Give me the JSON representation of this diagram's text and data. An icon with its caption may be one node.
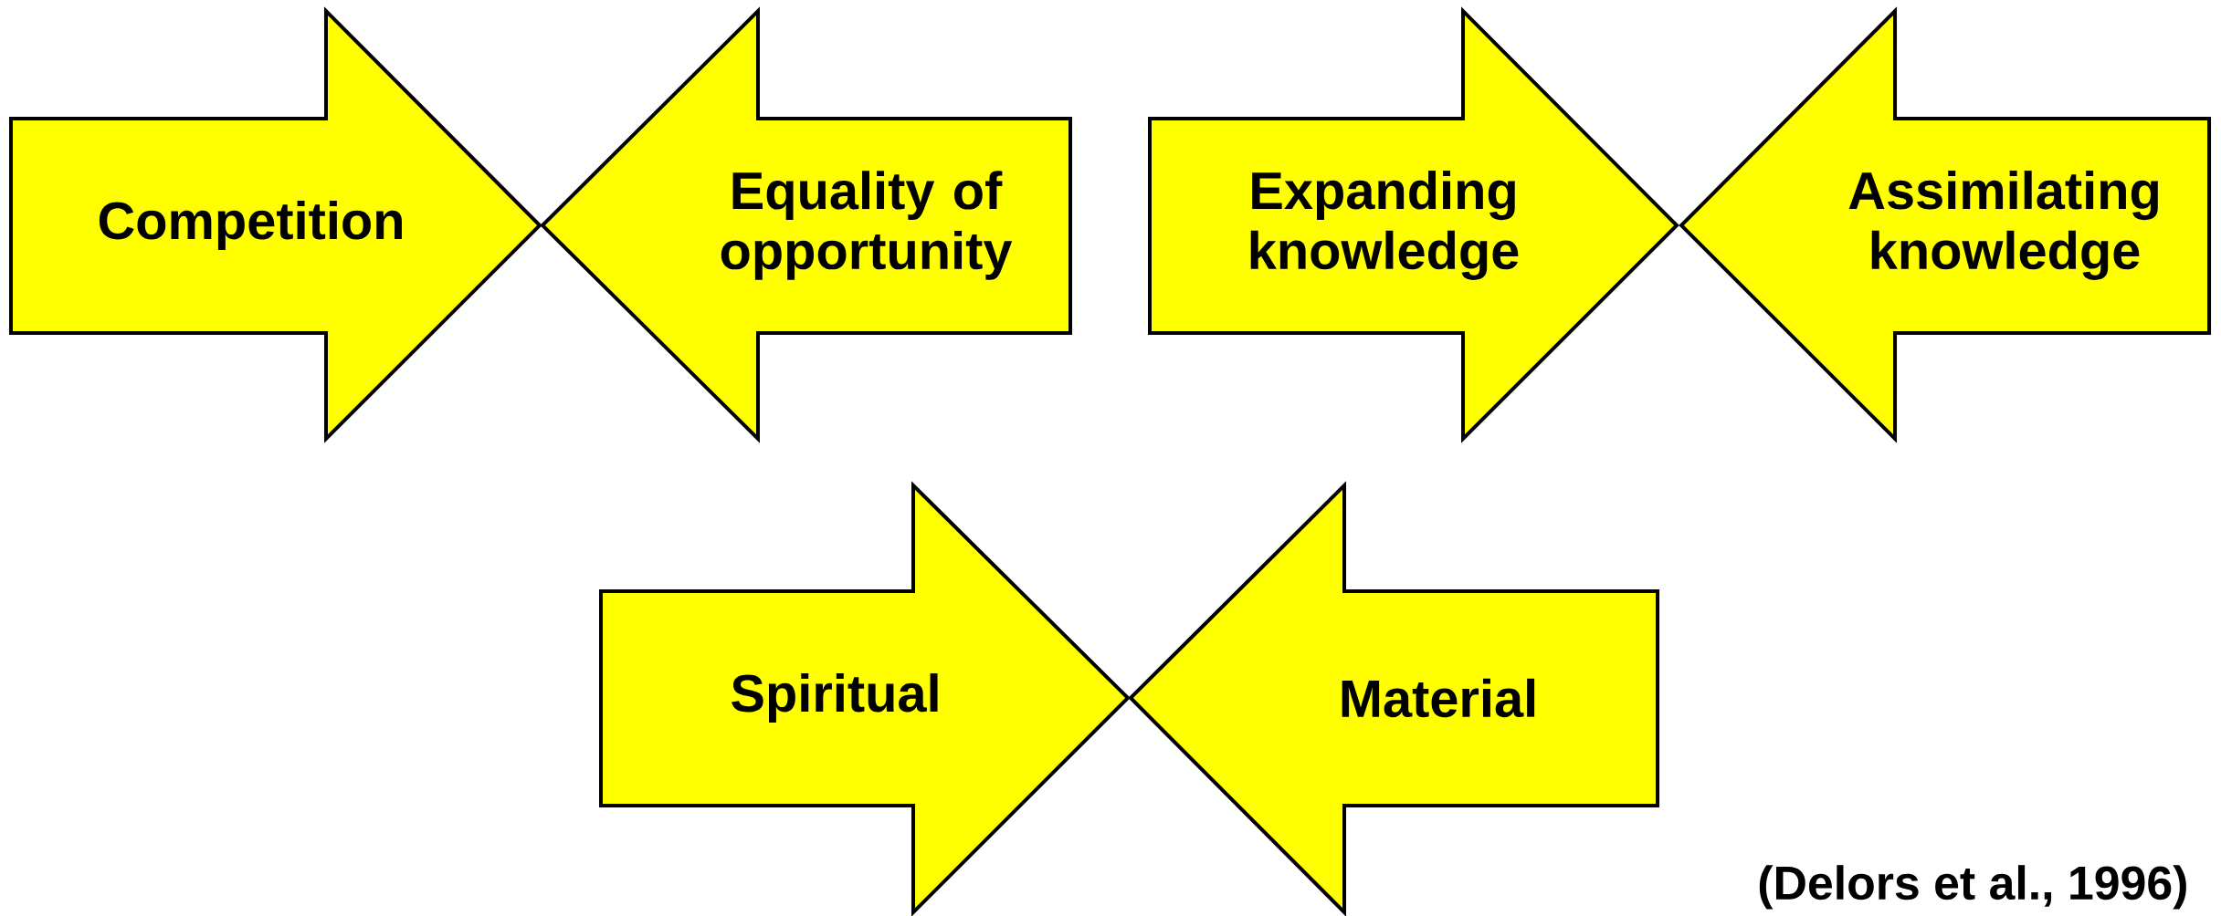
{
  "diagram": {
    "nodes": [
      {
        "text": [
          "Competition"
        ]
      },
      {
        "text": [
          "Equality of opportunity"
        ]
      },
      {
        "text": [
          "Expanding knowledge"
        ]
      },
      {
        "text": [
          "Assimilating knowledge"
        ]
      },
      {
        "text": [
          "Spiritual"
        ]
      },
      {
        "text": [
          "Material"
        ]
      }
    ],
    "labels": [
      "(Delors et al., 1996)"
    ]
  }
}
